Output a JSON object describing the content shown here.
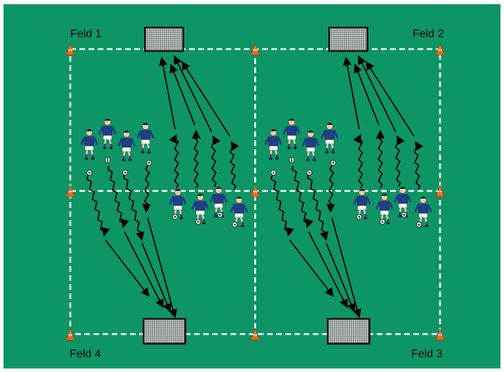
{
  "colors": {
    "pitch": "#0e9566",
    "lines": "#ffffff",
    "arrows": "#000000",
    "cone": "#ee7624",
    "jersey": "#223d8c",
    "shorts": "#ffffff",
    "skin": "#f2c9a8",
    "hair": "#222222"
  },
  "fields": {
    "feld1": "Feld 1",
    "feld2": "Feld 2",
    "feld3": "Feld 3",
    "feld4": "Feld 4"
  },
  "icons": [
    "cone-icon",
    "goal-icon",
    "player-icon",
    "ball-icon",
    "dribble-arrow-icon",
    "run-arrow-icon"
  ]
}
